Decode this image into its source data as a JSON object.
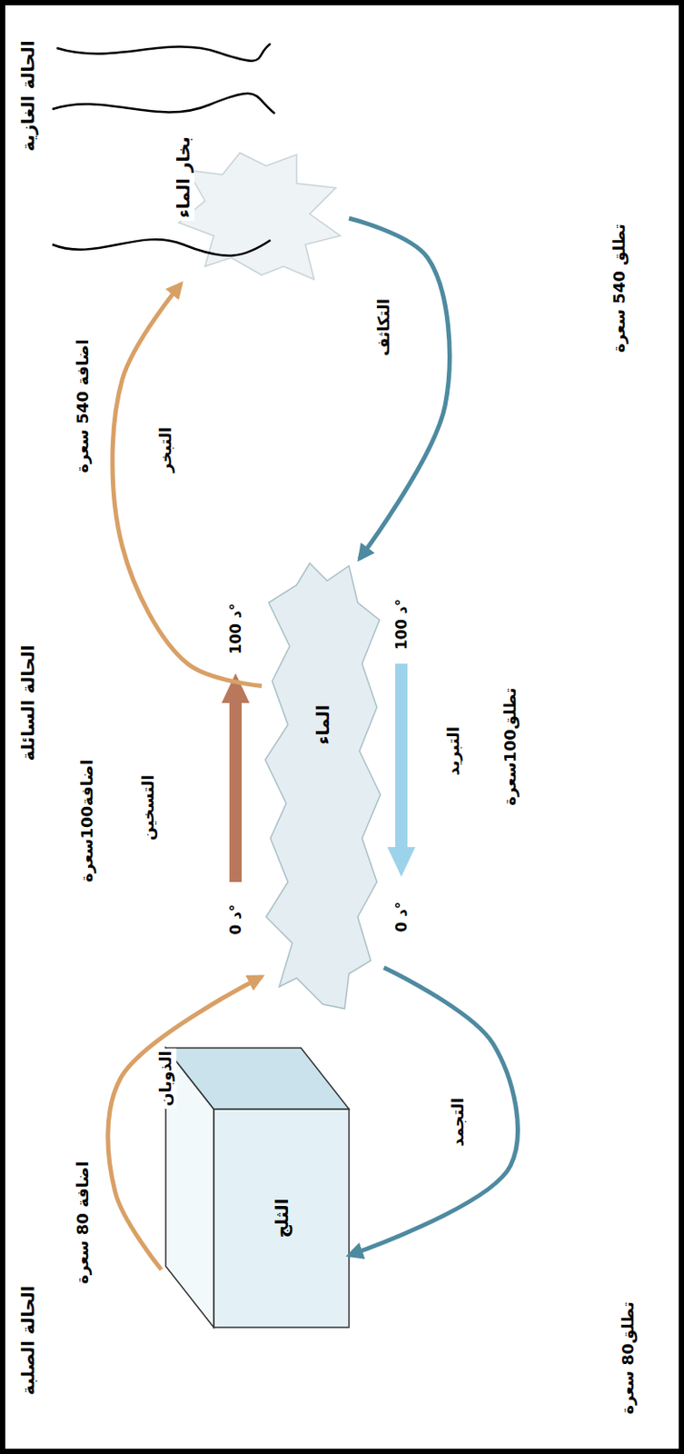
{
  "diagram": {
    "nodes": [
      {
        "text": [
          "الثلج"
        ]
      },
      {
        "text": [
          "الماء"
        ]
      },
      {
        "text": [
          "بخار الماء"
        ]
      }
    ],
    "edges": [
      {
        "from": 0,
        "to": 1,
        "arrow": "to",
        "label": "الذوبان"
      },
      {
        "from": 1,
        "to": 2,
        "arrow": "to",
        "label": "التبخر"
      },
      {
        "from": 2,
        "to": 1,
        "arrow": "to",
        "label": "التكاثف"
      },
      {
        "from": 1,
        "to": 0,
        "arrow": "to",
        "label": "التجمد"
      }
    ],
    "labels": [
      "الحالة الصلبة",
      "الحالة السائلة",
      "الحالة الغازية",
      "اضافة 80 سعرة",
      "اضافة100سعرة",
      "التسخين",
      "0 د°",
      "100 د°",
      "اضافة 540 سعرة",
      "100 د°",
      "0 د°",
      "التبريد",
      "تطلق100سعرة",
      "تطلق 540 سعرة",
      "تطلق80 سعرة"
    ]
  }
}
